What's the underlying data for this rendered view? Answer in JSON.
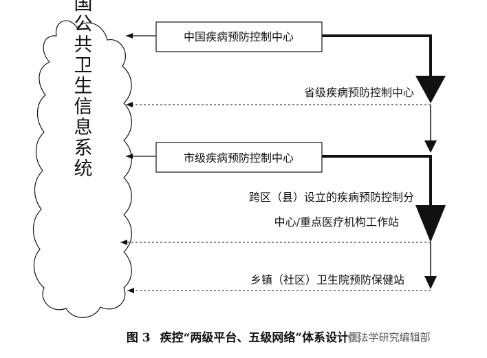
{
  "cloud": {
    "label": "中国公共卫生信息系统"
  },
  "nodes": {
    "national": "中国疾病预防控制中心",
    "provincial": "省级疾病预防控制中心",
    "municipal": "市级疾病预防控制中心",
    "county_line1": "跨区（县）设立的疾病预防控制分",
    "county_line2": "中心/重点医疗机构工作站",
    "township": "乡镇（社区）卫生院预防保健站"
  },
  "caption": {
    "number": "图 3",
    "title": "疾控“两级平台、五级网络”体系设计图"
  },
  "watermark": "法学研究编辑部",
  "icons": {
    "watermark_icon": "wechat-icon"
  }
}
